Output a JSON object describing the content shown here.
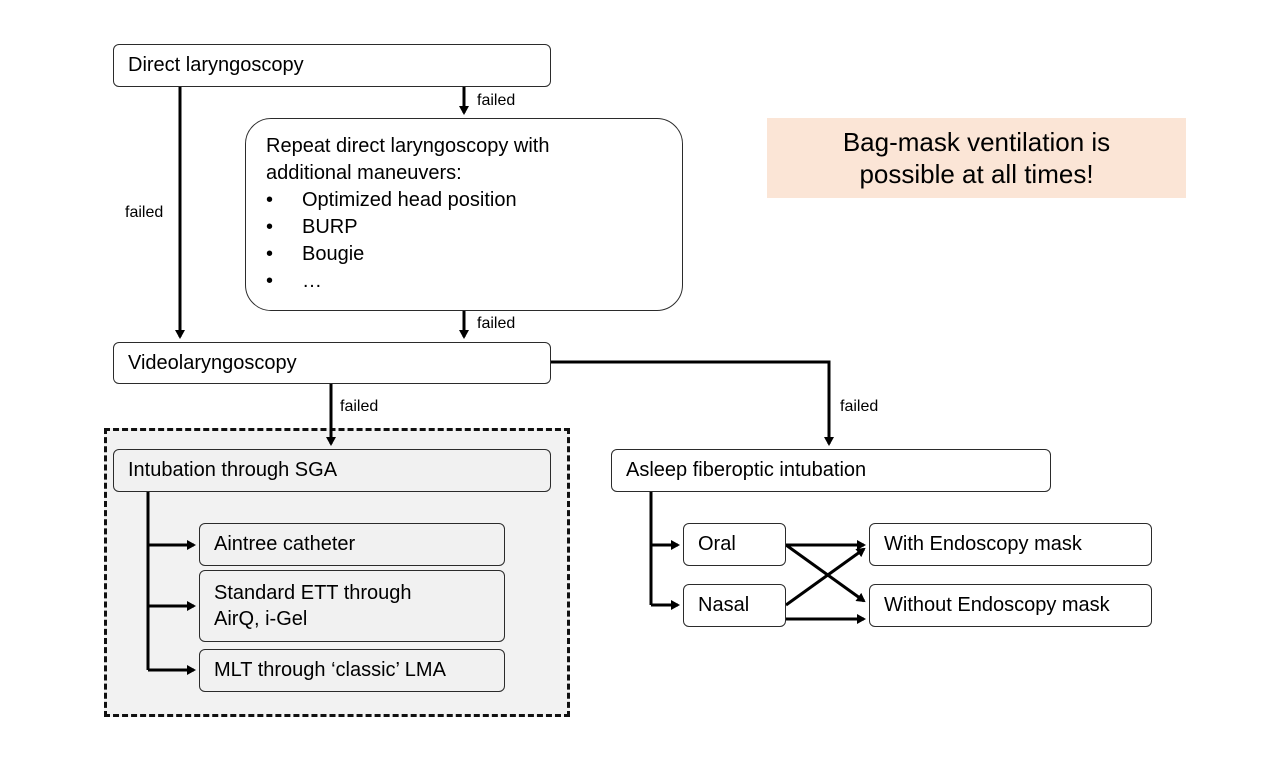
{
  "nodes": {
    "direct_laryngoscopy": "Direct laryngoscopy",
    "repeat": {
      "title_line1": "Repeat direct laryngoscopy with",
      "title_line2": "additional maneuvers:",
      "items": [
        "Optimized head position",
        "BURP",
        "Bougie",
        "…"
      ]
    },
    "videolaryngoscopy": "Videolaryngoscopy",
    "intubation_sga": "Intubation through SGA",
    "aintree": "Aintree catheter",
    "standard_ett_line1": "Standard ETT through",
    "standard_ett_line2": "AirQ, i-Gel",
    "mlt": "MLT through ‘classic’ LMA",
    "asleep_fiberoptic": "Asleep fiberoptic intubation",
    "oral": "Oral",
    "nasal": "Nasal",
    "with_mask": "With Endoscopy mask",
    "without_mask": "Without Endoscopy mask"
  },
  "edge_labels": {
    "failed_direct_to_repeat": "failed",
    "failed_direct_to_video": "failed",
    "failed_repeat_to_video": "failed",
    "failed_video_to_sga": "failed",
    "failed_video_to_fiberoptic": "failed"
  },
  "note": {
    "line1": "Bag-mask ventilation is",
    "line2": "possible at all times!",
    "color": "#fbe5d6"
  }
}
